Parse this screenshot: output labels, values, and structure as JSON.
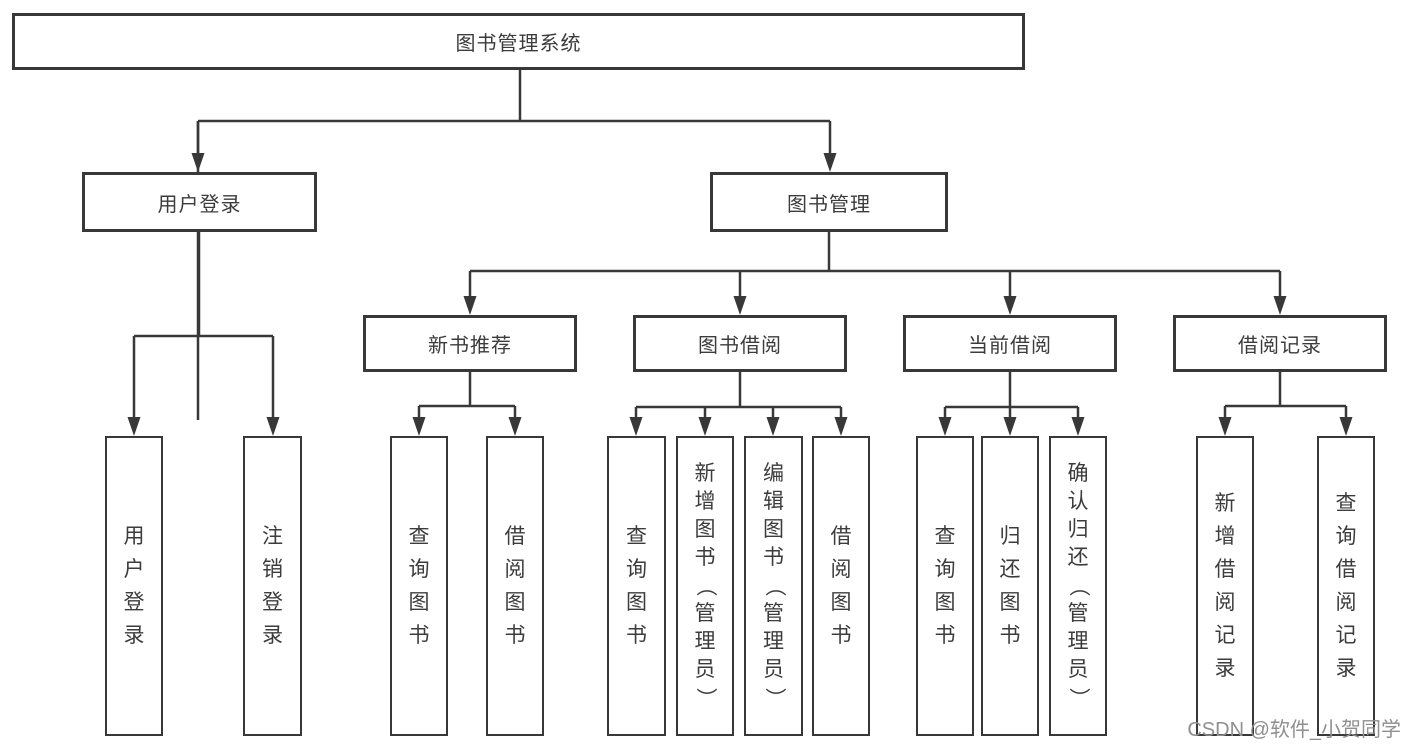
{
  "nodes": {
    "root": "图书管理系统",
    "level1": {
      "user_login": "用户登录",
      "book_management": "图书管理"
    },
    "level2": {
      "new_book_recommend": "新书推荐",
      "book_borrowing": "图书借阅",
      "current_borrowing": "当前借阅",
      "borrowing_records": "借阅记录"
    },
    "leaves": {
      "user_login_login": "用户登录",
      "user_login_logout": "注销登录",
      "recommend_query_books": "查询图书",
      "recommend_borrow_books": "借阅图书",
      "borrowing_query_books": "查询图书",
      "borrowing_add_books": "新增图书（管理员）",
      "borrowing_edit_books": "编辑图书（管理员）",
      "borrowing_borrow_books": "借阅图书",
      "current_query_books": "查询图书",
      "current_return_books": "归还图书",
      "current_confirm_return": "确认归还（管理员）",
      "records_add_record": "新增借阅记录",
      "records_query_record": "查询借阅记录"
    }
  },
  "watermark": "CSDN @软件_小贺同学",
  "colors": {
    "line": "#383838",
    "text": "#3c3c3c",
    "box_background": "#ffffff",
    "watermark": "#8f8f8f"
  }
}
